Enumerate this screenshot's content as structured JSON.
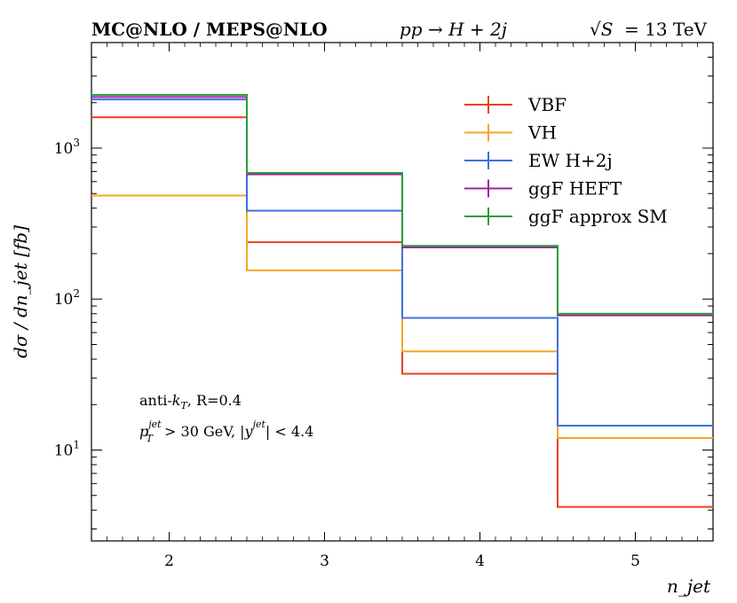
{
  "header": {
    "left": "MC@NLO / MEPS@NLO",
    "center": "pp → H + 2j",
    "right_sqrt": "√S",
    "right_value": "= 13 TeV"
  },
  "chart_data": {
    "type": "line",
    "x": [
      2,
      3,
      4,
      5
    ],
    "xlim": [
      1.5,
      5.5
    ],
    "ylim": [
      2.5,
      5000
    ],
    "yscale": "log",
    "xlabel": "n_jet",
    "ylabel": "dσ / dn_jet [fb]",
    "x_ticks": [
      "2",
      "3",
      "4",
      "5"
    ],
    "y_ticks": [
      {
        "value": 10,
        "base": "10",
        "exp": "1"
      },
      {
        "value": 100,
        "base": "10",
        "exp": "2"
      },
      {
        "value": 1000,
        "base": "10",
        "exp": "3"
      }
    ],
    "legend_position": "top-right",
    "series": [
      {
        "name": "VBF",
        "color": "#e8411f",
        "values": [
          1600,
          238,
          32,
          4.2
        ]
      },
      {
        "name": "VH",
        "color": "#f5a623",
        "values": [
          485,
          155,
          45,
          12
        ]
      },
      {
        "name": "EW H+2j",
        "color": "#3d6fe0",
        "values": [
          2100,
          385,
          75,
          14.5
        ]
      },
      {
        "name": "ggF HEFT",
        "color": "#a020a0",
        "values": [
          2180,
          670,
          220,
          78
        ]
      },
      {
        "name": "ggF approx SM",
        "color": "#2a9d3a",
        "values": [
          2250,
          685,
          225,
          80
        ]
      }
    ],
    "annotations": {
      "algo_prefix": "anti-",
      "algo_k": "k",
      "algo_sub": "T",
      "algo_suffix": ", R=0.4",
      "cut_p": "p",
      "cut_sup": "jet",
      "cut_sub": "T",
      "cut_mid": " > 30 GeV, |",
      "cut_y": "y",
      "cut_ysup": "jet",
      "cut_end": "| < 4.4"
    }
  }
}
